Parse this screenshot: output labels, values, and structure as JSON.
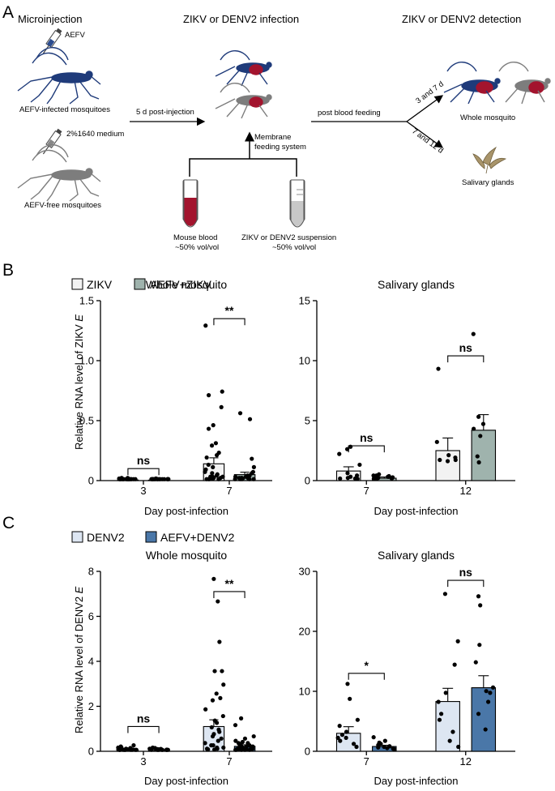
{
  "panel_a": {
    "label": "A",
    "headers": {
      "microinjection": "Microinjection",
      "infection": "ZIKV or DENV2 infection",
      "detection": "ZIKV or DENV2 detection"
    },
    "labels": {
      "aefv": "AEFV",
      "aefv_infected": "AEFV-infected mosquitoes",
      "medium": "2%1640 medium",
      "aefv_free": "AEFV-free mosquitoes",
      "post_injection": "5 d post-injection",
      "membrane_1": "Membrane",
      "membrane_2": "feeding system",
      "post_blood": "post blood feeding",
      "days_3_7": "3 and 7 d",
      "days_7_12": "7 and 12 d",
      "whole": "Whole mosquito",
      "salivary": "Salivary glands",
      "mouse_blood_1": "Mouse blood",
      "mouse_blood_2": "~50% vol/vol",
      "suspension_1": "ZIKV or DENV2 suspension",
      "suspension_2": "~50% vol/vol"
    },
    "colors": {
      "blue_mosquito": "#1f3b7a",
      "gray_mosquito": "#8a8a8a",
      "blood": "#a3142e",
      "gland": "#a8946a"
    }
  },
  "chart_data": [
    {
      "panel": "B",
      "type": "bar",
      "title": "Whole mosquito",
      "ylabel": "Relative RNA level of ZIKV E",
      "xlabel": "Day post-infection",
      "ylim": [
        0,
        1.5
      ],
      "yticks": [
        "0",
        "0.5",
        "1.0",
        "1.5"
      ],
      "categories": [
        "3",
        "7"
      ],
      "series": [
        {
          "name": "ZIKV",
          "values": [
            0.005,
            0.14
          ],
          "err": [
            0.003,
            0.05
          ],
          "color": "#f2f2f2"
        },
        {
          "name": "AEFV+ZIKV",
          "values": [
            0.004,
            0.05
          ],
          "err": [
            0.002,
            0.02
          ],
          "color": "#9fb3ad"
        }
      ],
      "points": [
        [
          [
            0,
            0,
            0,
            0,
            0,
            0,
            0,
            0,
            0,
            0,
            0,
            0,
            0,
            0,
            0,
            0,
            0,
            0,
            0,
            0.01,
            0.01,
            0.005
          ],
          [
            1.28,
            0.73,
            0.7,
            0.6,
            0.45,
            0.42,
            0.3,
            0.28,
            0.22,
            0.2,
            0.18,
            0.12,
            0.1,
            0.08,
            0.06,
            0.05,
            0.04,
            0.03,
            0.02,
            0.02,
            0.02,
            0.01,
            0.01,
            0.01,
            0.005,
            0.005,
            0,
            0,
            0,
            0
          ]
        ],
        [
          [
            0,
            0,
            0,
            0,
            0,
            0,
            0,
            0,
            0,
            0,
            0,
            0,
            0,
            0,
            0,
            0,
            0,
            0,
            0.005,
            0.005
          ],
          [
            0.55,
            0.5,
            0.17,
            0.1,
            0.06,
            0.05,
            0.03,
            0.03,
            0.02,
            0.02,
            0.01,
            0.01,
            0.01,
            0.005,
            0.005,
            0,
            0,
            0,
            0,
            0
          ]
        ]
      ],
      "significance": [
        {
          "group": 0,
          "label": "ns",
          "y": 0.1
        },
        {
          "group": 1,
          "label": "**",
          "y": 1.35
        }
      ]
    },
    {
      "panel": "B",
      "type": "bar",
      "title": "Salivary glands",
      "ylabel": "",
      "xlabel": "Day post-infection",
      "ylim": [
        0,
        15
      ],
      "yticks": [
        "0",
        "5",
        "10",
        "15"
      ],
      "categories": [
        "7",
        "12"
      ],
      "series": [
        {
          "name": "ZIKV",
          "values": [
            0.8,
            2.5
          ],
          "err": [
            0.35,
            1.05
          ],
          "color": "#f2f2f2"
        },
        {
          "name": "AEFV+ZIKV",
          "values": [
            0.2,
            4.2
          ],
          "err": [
            0.1,
            1.3
          ],
          "color": "#9fb3ad"
        }
      ],
      "points": [
        [
          [
            2.7,
            2.5,
            2.1,
            1.2,
            0.5,
            0.3,
            0.2,
            0.1,
            0.05,
            0.05,
            0.02
          ],
          [
            9.2,
            3.1,
            2.0,
            1.8,
            1.6,
            1.6,
            1.5
          ]
        ],
        [
          [
            0.4,
            0.3,
            0.3,
            0.25,
            0.2,
            0.2,
            0.15,
            0.1,
            0.05,
            0.05,
            0.03
          ],
          [
            12.1,
            5.2,
            4.6,
            4.2,
            3.6,
            1.9,
            1.4
          ]
        ]
      ],
      "significance": [
        {
          "group": 0,
          "label": "ns",
          "y": 2.9
        },
        {
          "group": 1,
          "label": "ns",
          "y": 10.4
        }
      ]
    },
    {
      "panel": "C",
      "type": "bar",
      "title": "Whole mosquito",
      "ylabel": "Relative RNA level of DENV2 E",
      "xlabel": "Day post-infection",
      "ylim": [
        0,
        8
      ],
      "yticks": [
        "0",
        "2",
        "4",
        "6",
        "8"
      ],
      "categories": [
        "3",
        "7"
      ],
      "series": [
        {
          "name": "DENV2",
          "values": [
            0.04,
            1.1
          ],
          "err": [
            0.02,
            0.3
          ],
          "color": "#dde6f2"
        },
        {
          "name": "AEFV+DENV2",
          "values": [
            0.03,
            0.22
          ],
          "err": [
            0.01,
            0.07
          ],
          "color": "#4a77a8"
        }
      ],
      "points": [
        [
          [
            0.2,
            0.15,
            0.1,
            0.1,
            0.08,
            0.05,
            0.05,
            0.03,
            0.02,
            0.02,
            0.01,
            0.01,
            0.01,
            0.01,
            0,
            0,
            0,
            0,
            0,
            0,
            0,
            0,
            0,
            0
          ],
          [
            7.6,
            6.6,
            4.8,
            3.5,
            3.5,
            2.9,
            2.5,
            2.3,
            2.2,
            1.8,
            1.5,
            1.3,
            1.2,
            1.0,
            0.9,
            0.8,
            0.7,
            0.6,
            0.5,
            0.4,
            0.3,
            0.2,
            0.2,
            0.1,
            0.1,
            0.05,
            0.05,
            0.02,
            0.02,
            0.01
          ]
        ],
        [
          [
            0.1,
            0.08,
            0.05,
            0.04,
            0.03,
            0.02,
            0.02,
            0.01,
            0.01,
            0.01,
            0,
            0,
            0,
            0,
            0,
            0,
            0,
            0,
            0,
            0
          ],
          [
            1.4,
            1.1,
            0.6,
            0.5,
            0.4,
            0.35,
            0.3,
            0.3,
            0.25,
            0.2,
            0.2,
            0.15,
            0.15,
            0.1,
            0.1,
            0.08,
            0.05,
            0.05,
            0.04,
            0.03,
            0.02,
            0.02,
            0.01,
            0.01,
            0.01,
            0,
            0,
            0,
            0,
            0
          ]
        ]
      ],
      "significance": [
        {
          "group": 0,
          "label": "ns",
          "y": 1.1
        },
        {
          "group": 1,
          "label": "**",
          "y": 7.1
        }
      ]
    },
    {
      "panel": "C",
      "type": "bar",
      "title": "Salivary glands",
      "ylabel": "",
      "xlabel": "Day post-infection",
      "ylim": [
        0,
        30
      ],
      "yticks": [
        "0",
        "10",
        "20",
        "30"
      ],
      "categories": [
        "7",
        "12"
      ],
      "series": [
        {
          "name": "DENV2",
          "values": [
            3.0,
            8.3
          ],
          "err": [
            1.1,
            2.2
          ],
          "color": "#dde6f2"
        },
        {
          "name": "AEFV+DENV2",
          "values": [
            0.8,
            10.6
          ],
          "err": [
            0.2,
            2.0
          ],
          "color": "#4a77a8"
        }
      ],
      "points": [
        [
          [
            11,
            8.5,
            5,
            4,
            3,
            2.5,
            2,
            2,
            1.5,
            1,
            0.5
          ],
          [
            26,
            18.1,
            14.2,
            9.5,
            8,
            6,
            5,
            3,
            1.5,
            0.5
          ]
        ],
        [
          [
            2.1,
            1.5,
            1.2,
            1.0,
            0.8,
            0.6,
            0.5,
            0.4,
            0.3,
            0.2,
            0.1
          ],
          [
            25.6,
            24.1,
            17.5,
            14.6,
            10.4,
            9.8,
            9.5,
            8,
            6,
            3.4
          ]
        ]
      ],
      "significance": [
        {
          "group": 0,
          "label": "*",
          "y": 13
        },
        {
          "group": 1,
          "label": "ns",
          "y": 28.5
        }
      ]
    }
  ],
  "panel_b": {
    "label": "B",
    "legend": [
      "ZIKV",
      "AEFV+ZIKV"
    ]
  },
  "panel_c": {
    "label": "C",
    "legend": [
      "DENV2",
      "AEFV+DENV2"
    ]
  },
  "ylabels": {
    "zikv_prefix": "Relative RNA level of ZIKV ",
    "denv_prefix": "Relative RNA level of DENV2 ",
    "gene": "E"
  }
}
